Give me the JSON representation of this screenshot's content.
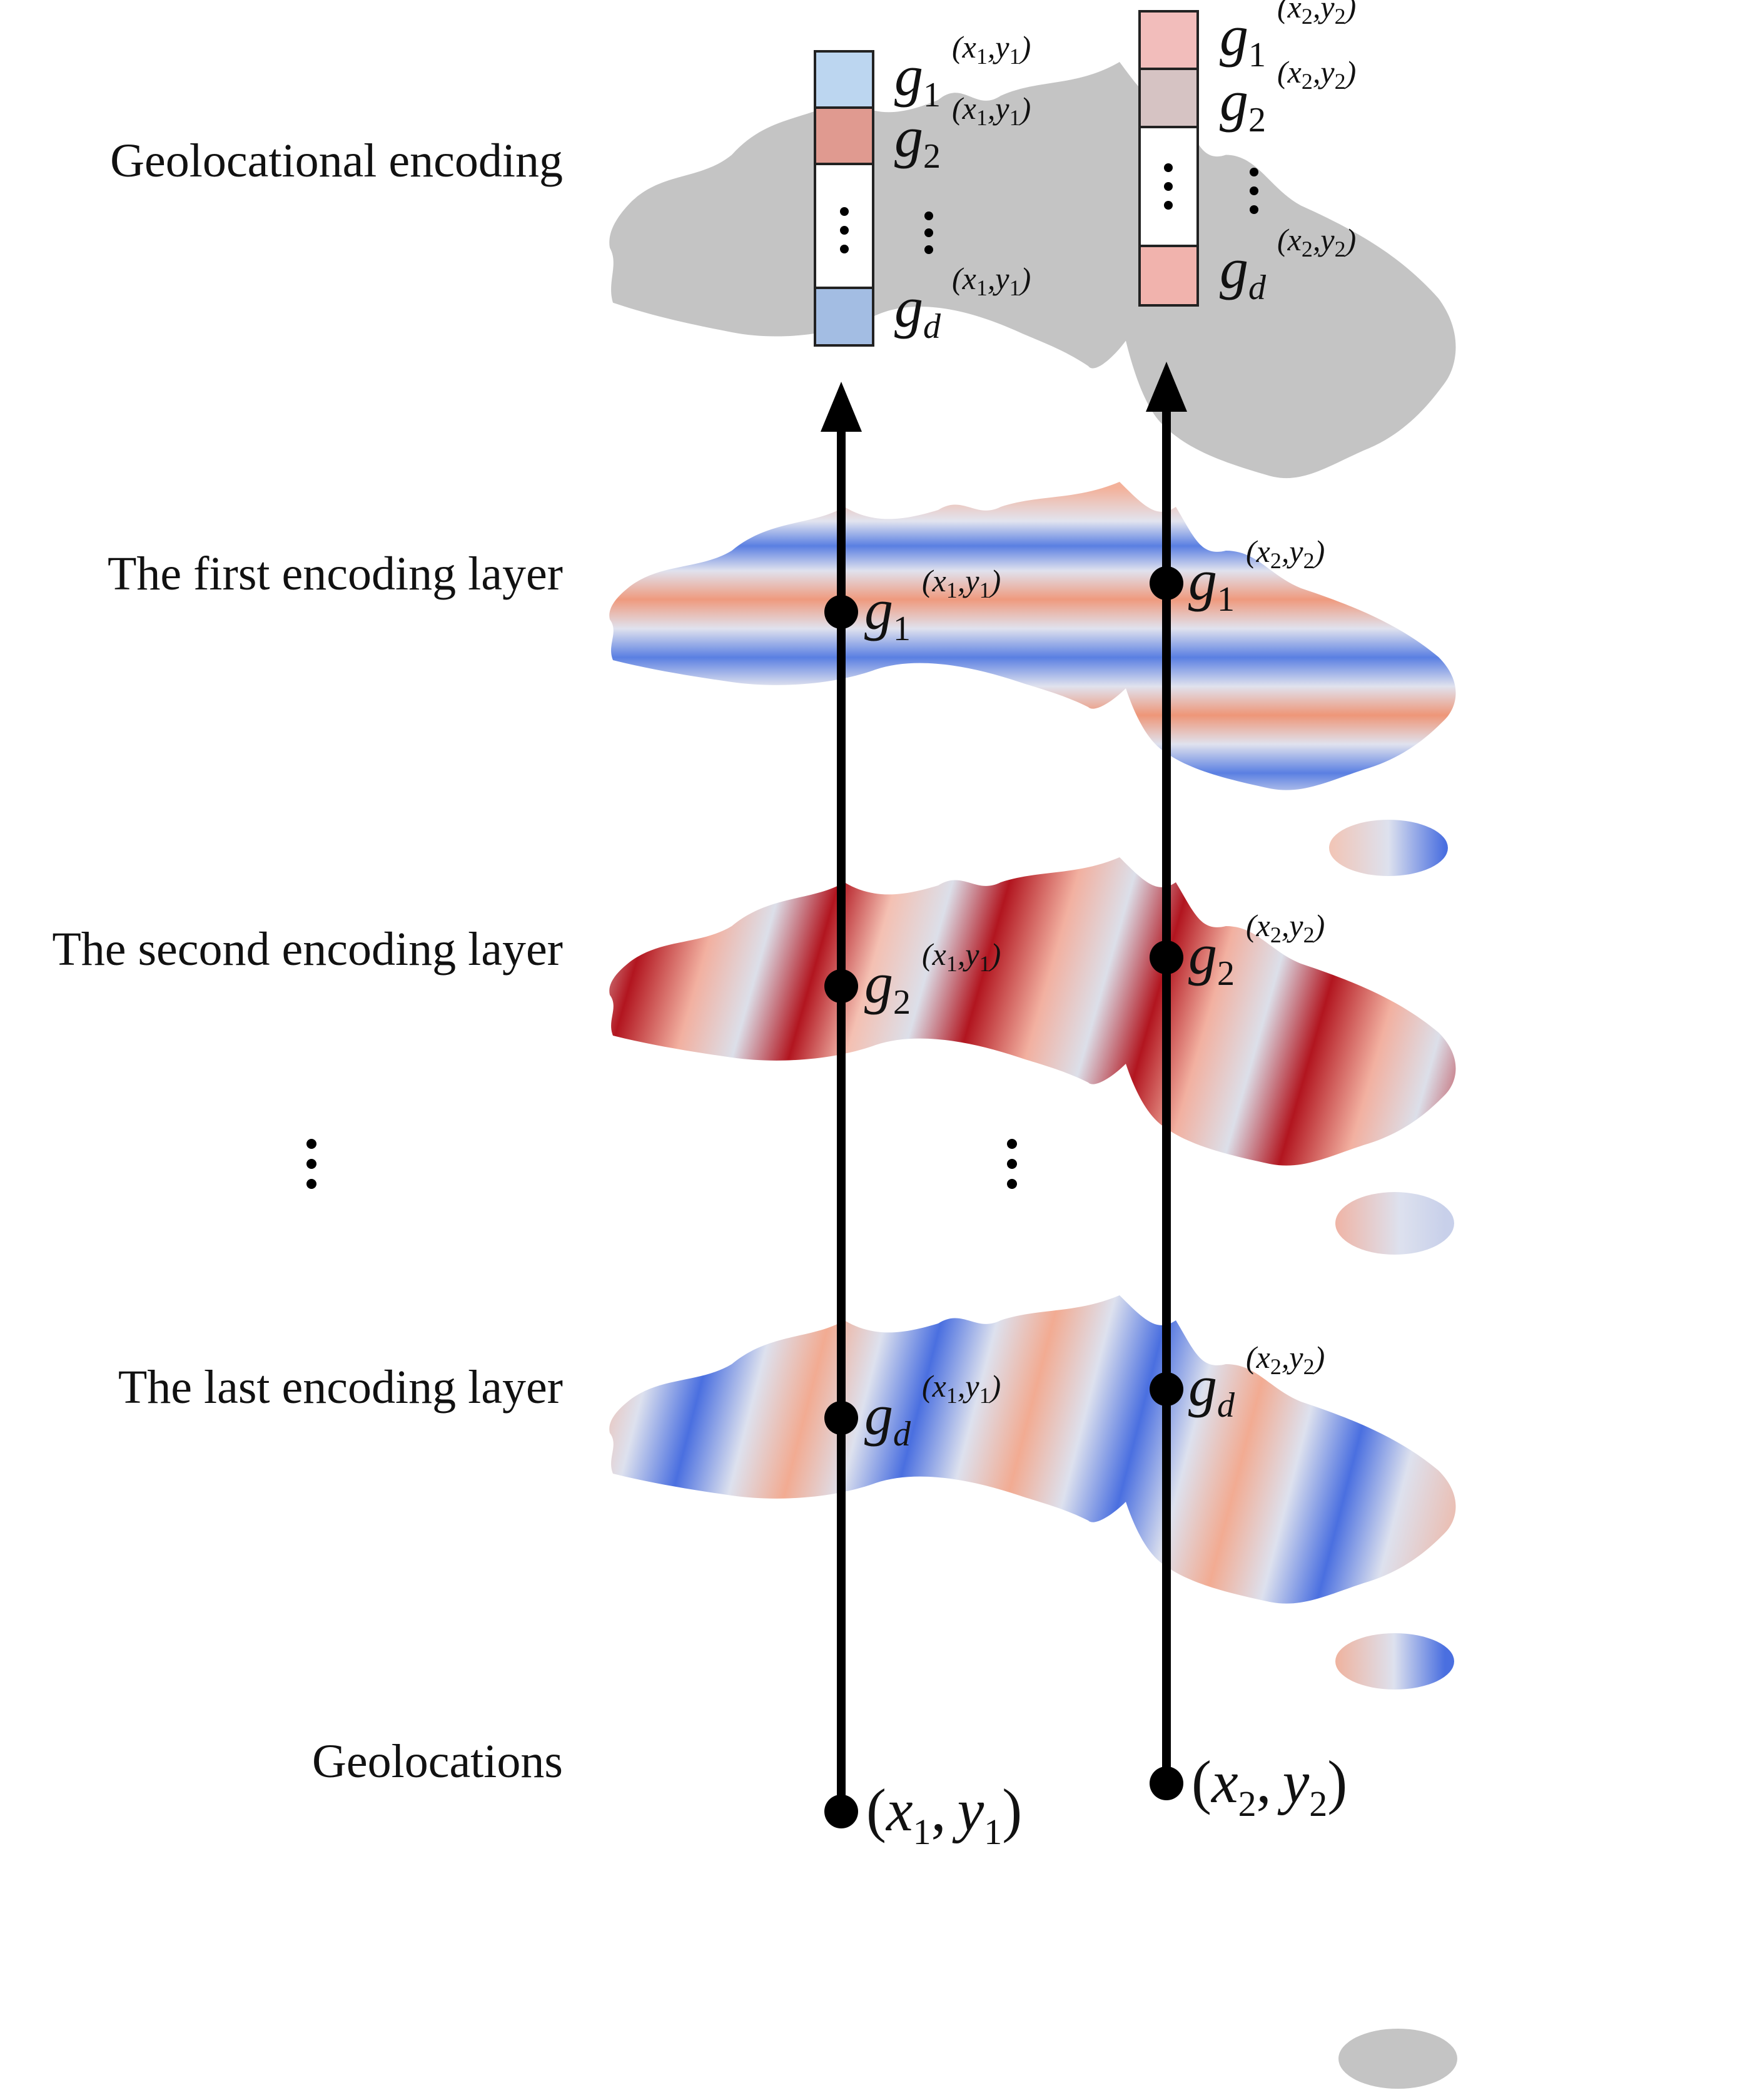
{
  "rows": {
    "encoding_label": "Geolocational encoding",
    "layer1_label": "The first encoding layer",
    "layer2_label": "The second encoding layer",
    "layer_last_label": "The last encoding layer",
    "geolocations_label": "Geolocations"
  },
  "symbols": {
    "g": "g",
    "sub_1": "1",
    "sub_2": "2",
    "sub_d": "d",
    "x": "x",
    "y": "y",
    "comma": ",",
    "open_paren": "(",
    "close_paren": ")"
  },
  "colors": {
    "blue_stripe": "#4a72e0",
    "red_stripe": "#f0a285",
    "dark_red": "#b5141e",
    "neutral": "#dcdde6",
    "gray_map": "#c4c4c4",
    "vec1_cell1": "#bcd6f0",
    "vec1_cell2": "#e09a90",
    "vec1_cell_d": "#a3bde3",
    "vec2_cell1": "#f2bdbb",
    "vec2_cell2": "#d6c3c3",
    "vec2_cell_d": "#f1b3ad"
  }
}
